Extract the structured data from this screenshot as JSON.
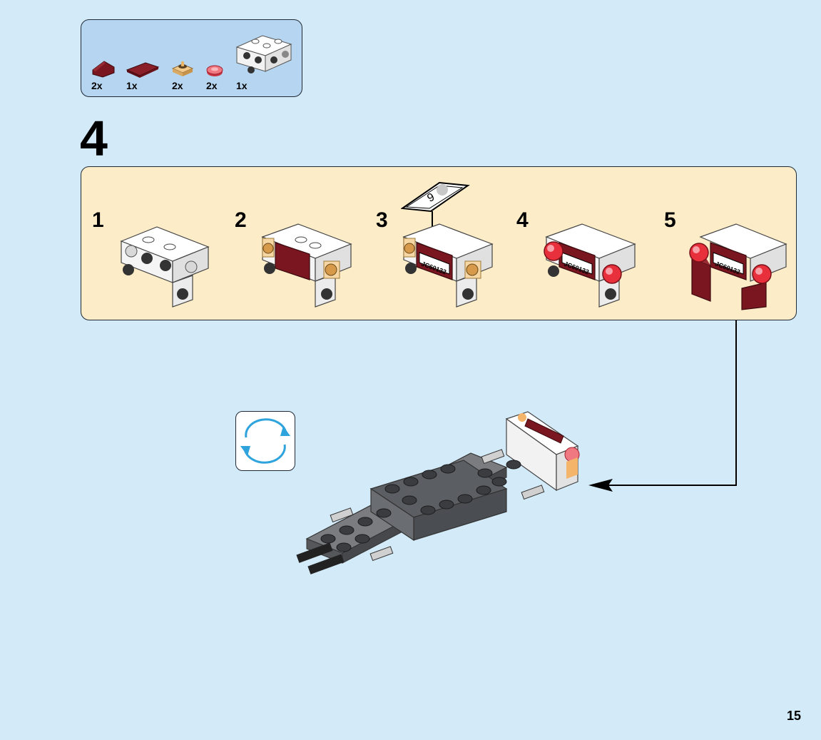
{
  "parts_list": {
    "items": [
      {
        "qty": "2x",
        "icon": "dark-red-slope-brick-icon",
        "color": "#7a1620"
      },
      {
        "qty": "1x",
        "icon": "dark-red-tile-icon",
        "color": "#7a1620"
      },
      {
        "qty": "2x",
        "icon": "tan-round-plate-icon",
        "color": "#e8b66a"
      },
      {
        "qty": "2x",
        "icon": "trans-red-round-tile-icon",
        "color": "#e8505a"
      },
      {
        "qty": "1x",
        "icon": "white-bracket-assembly-icon",
        "color": "#ffffff"
      }
    ]
  },
  "step": {
    "number": "4"
  },
  "sub_steps": [
    {
      "label": "1",
      "art": "white-bracket-base"
    },
    {
      "label": "2",
      "art": "bracket-with-dark-red-tile"
    },
    {
      "label": "3",
      "art": "bracket-with-sticker",
      "sticker_number": "9"
    },
    {
      "label": "4",
      "art": "bracket-with-red-lights"
    },
    {
      "label": "5",
      "art": "bracket-with-slopes"
    }
  ],
  "sticker": {
    "text": "JC60132"
  },
  "rotate_icon": "rotate-model-icon",
  "page_number": "15",
  "colors": {
    "background": "#d3eaf8",
    "parts_box": "#b6d5f0",
    "sub_panel": "#fdecc8",
    "dark_red": "#7a1620",
    "dark_grey": "#4a4d52",
    "arrow_blue": "#2ea3dc"
  }
}
